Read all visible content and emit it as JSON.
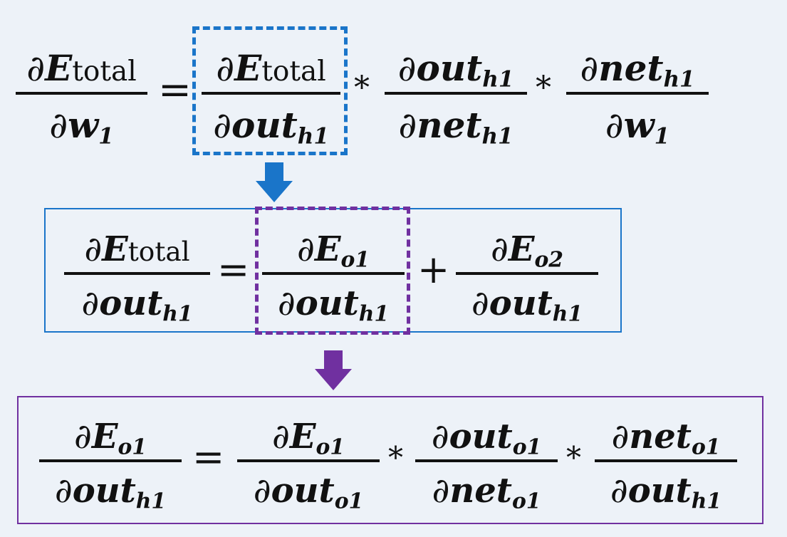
{
  "colors": {
    "background": "#edf2f8",
    "blue": "#1a75c9",
    "purple": "#7030a0"
  },
  "ops": {
    "eq": "=",
    "mul": "*",
    "plus": "+"
  },
  "sym": {
    "partial": "∂"
  },
  "var": {
    "E": "E",
    "out": "out",
    "net": "net",
    "w": "w"
  },
  "sub": {
    "total": "total",
    "h1": "h1",
    "o1": "o1",
    "o2": "o2",
    "one": "1"
  },
  "icons": [
    "arrow-down-icon-blue",
    "arrow-down-icon-purple"
  ]
}
